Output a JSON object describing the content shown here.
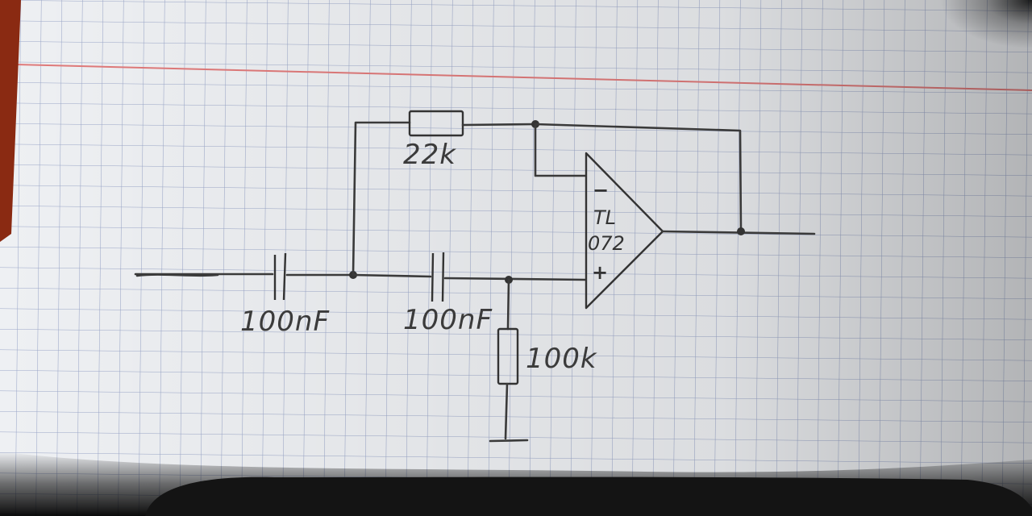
{
  "diagram": {
    "components": {
      "input_capacitor": {
        "label": "100nF"
      },
      "series_capacitor": {
        "label": "100nF"
      },
      "feedback_resistor": {
        "label": "22k"
      },
      "ground_resistor": {
        "label": "100k"
      },
      "opamp": {
        "line1": "TL",
        "line2": "072",
        "minus": "−",
        "plus": "+"
      }
    }
  },
  "colors": {
    "paper": "#eef0f3",
    "grid": "#9aa6c8",
    "margin_line": "#e07a7a",
    "ink": "#333333",
    "shadow": "#111111"
  }
}
